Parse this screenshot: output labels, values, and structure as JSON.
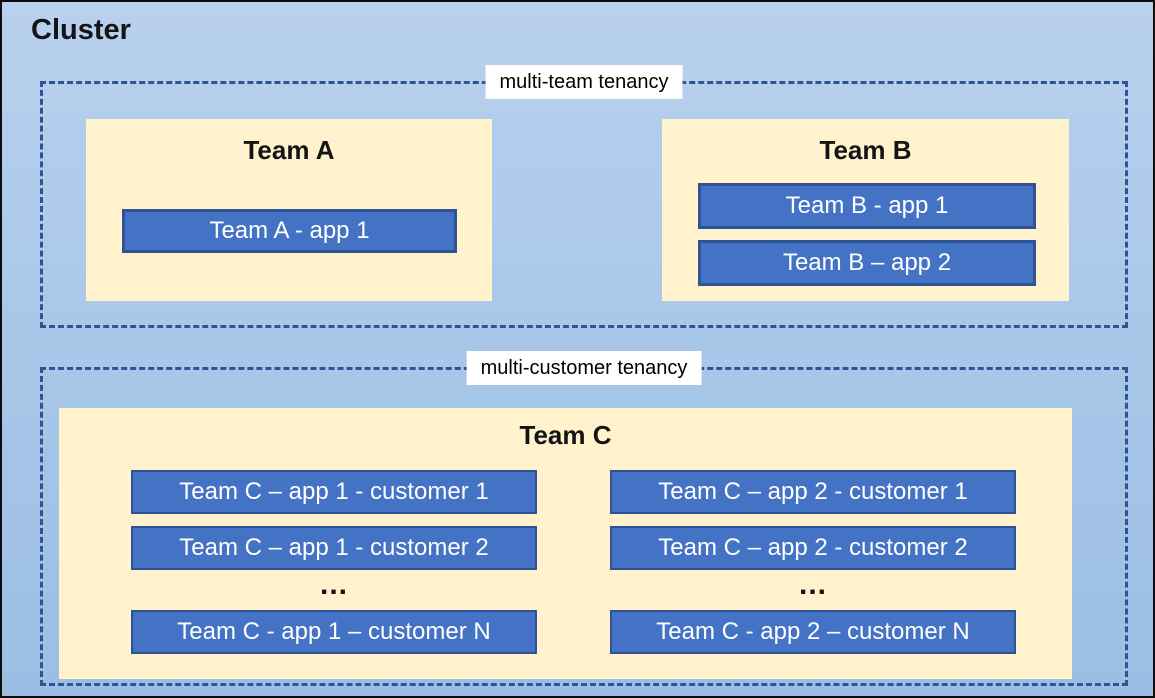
{
  "cluster": {
    "title": "Cluster"
  },
  "tenancy_sections": [
    {
      "label": "multi-team tenancy",
      "teams": [
        {
          "name": "Team A",
          "apps": [
            "Team A - app 1"
          ]
        },
        {
          "name": "Team B",
          "apps": [
            "Team B - app 1",
            "Team B – app 2"
          ]
        }
      ]
    },
    {
      "label": "multi-customer tenancy",
      "teams": [
        {
          "name": "Team C",
          "columns": [
            {
              "apps": [
                "Team C – app 1 - customer 1",
                "Team C – app 1 - customer 2",
                "Team C - app 1 – customer N"
              ],
              "ellipsis": "..."
            },
            {
              "apps": [
                "Team C – app 2 - customer 1",
                "Team C – app 2 - customer 2",
                "Team C - app 2 – customer N"
              ],
              "ellipsis": "..."
            }
          ]
        }
      ]
    }
  ],
  "colors": {
    "cluster_background": "#a9c8e9",
    "panel_background": "#fff2cc",
    "app_fill": "#4472c4",
    "app_border": "#2f5496",
    "dashed_border": "#2f5496",
    "label_background": "#ffffff",
    "outer_border": "#0d0d0d"
  }
}
